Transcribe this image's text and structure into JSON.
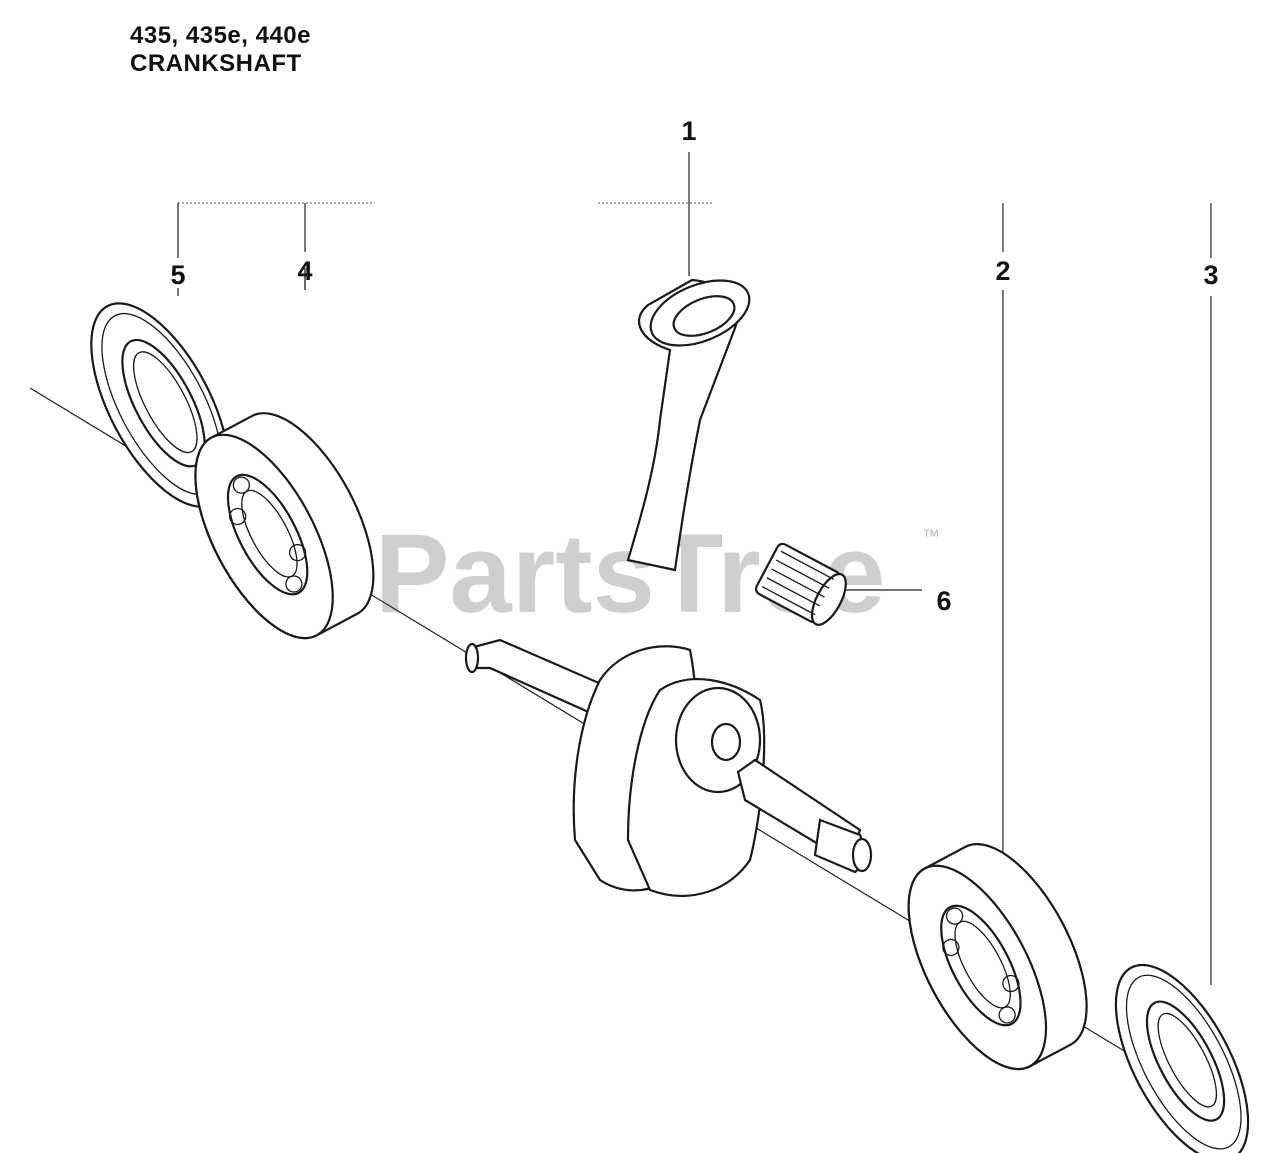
{
  "header": {
    "models": "435, 435e, 440e",
    "section": "CRANKSHAFT"
  },
  "watermark": {
    "text": "PartsTree",
    "trademark": "™"
  },
  "callouts": [
    "1",
    "2",
    "3",
    "4",
    "5",
    "6"
  ]
}
